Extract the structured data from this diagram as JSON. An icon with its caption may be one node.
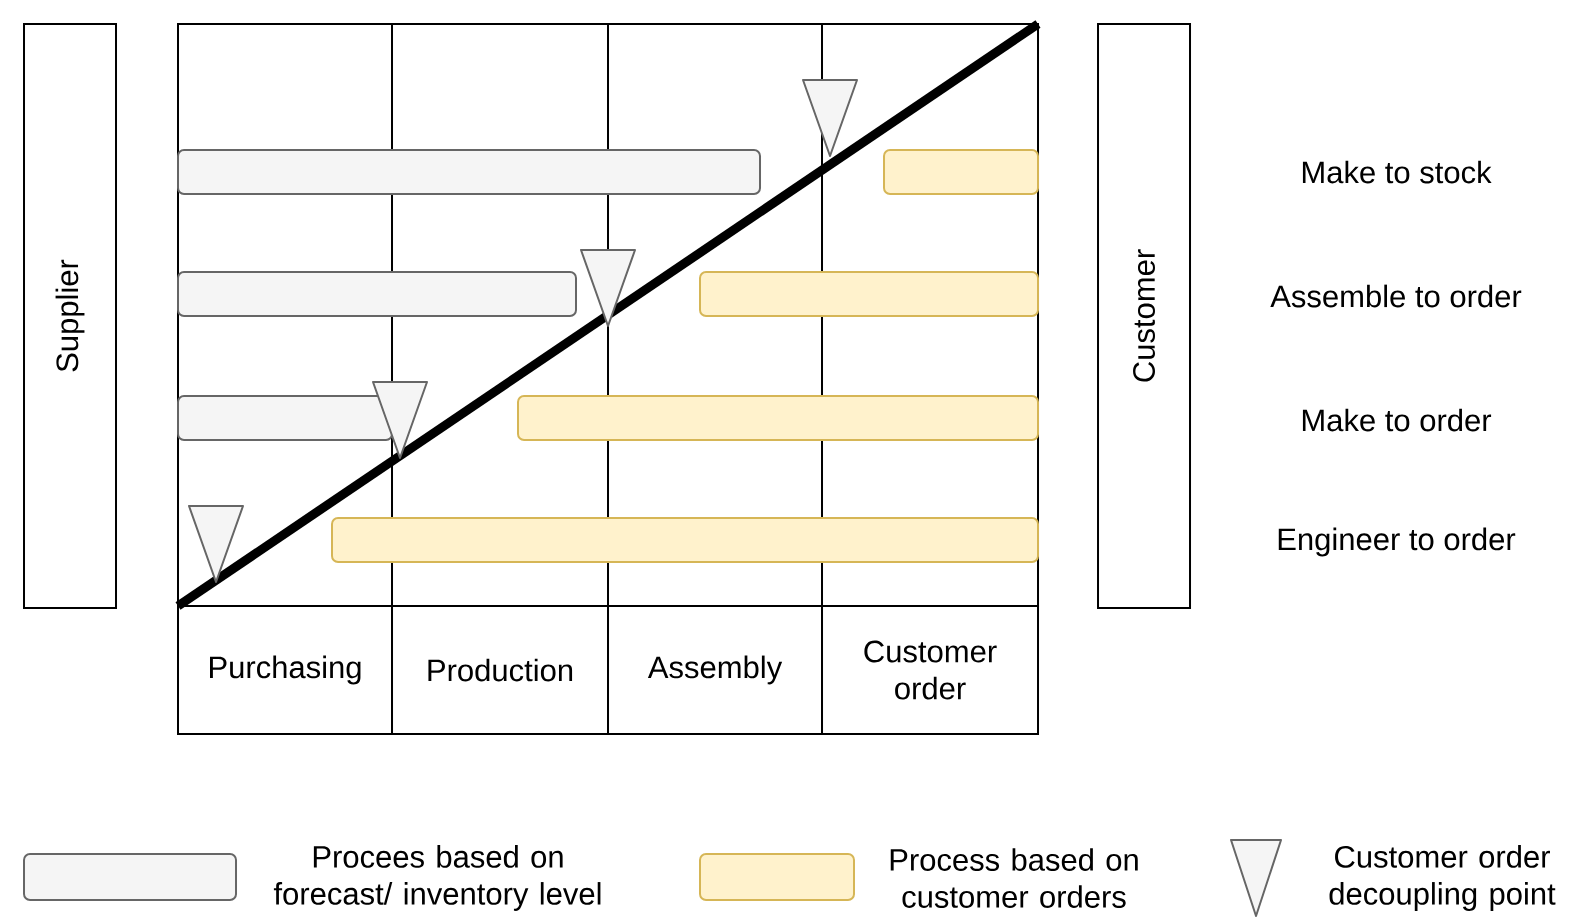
{
  "diagram": {
    "nodes": [
      {
        "text": [
          "Supplier"
        ]
      },
      {
        "text": [
          "Customer"
        ]
      },
      {
        "text": [
          "Purchasing"
        ]
      },
      {
        "text": [
          "Production"
        ]
      },
      {
        "text": [
          "Assembly"
        ]
      },
      {
        "text": [
          "Customer order"
        ]
      },
      {
        "text": [],
        "shape": "bar"
      },
      {
        "text": [],
        "shape": "bar"
      },
      {
        "text": [],
        "shape": "bar"
      },
      {
        "text": [],
        "shape": "bar"
      },
      {
        "text": [],
        "shape": "bar"
      },
      {
        "text": [],
        "shape": "bar"
      },
      {
        "text": [],
        "shape": "bar"
      }
    ],
    "labels": [
      "Make to stock",
      "Assemble to order",
      "Make to order",
      "Engineer to order"
    ],
    "legend": [
      {
        "text": "Procees based on forecast/ inventory level",
        "color": "#f5f5f5"
      },
      {
        "text": "Process based on customer orders",
        "color": "#fff2cc"
      },
      {
        "text": "Customer order decoupling point"
      }
    ]
  }
}
